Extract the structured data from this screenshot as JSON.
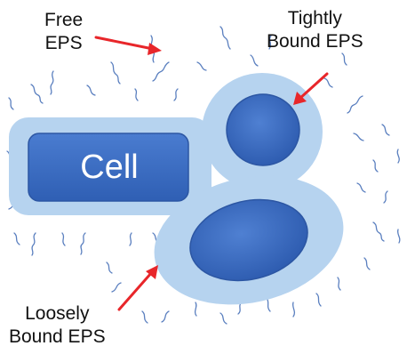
{
  "labels": {
    "free_eps": [
      "Free",
      "EPS"
    ],
    "tightly_bound_eps": [
      "Tightly",
      "Bound EPS"
    ],
    "loosely_bound_eps": [
      "Loosely",
      "Bound EPS"
    ],
    "cell": "Cell"
  },
  "colors": {
    "loose_layer": "#b6d3ef",
    "cell_fill": "#3e6fc4",
    "cell_stroke": "#2c56a3",
    "arrow": "#e8262a",
    "fiber": "#5a7fbf"
  }
}
